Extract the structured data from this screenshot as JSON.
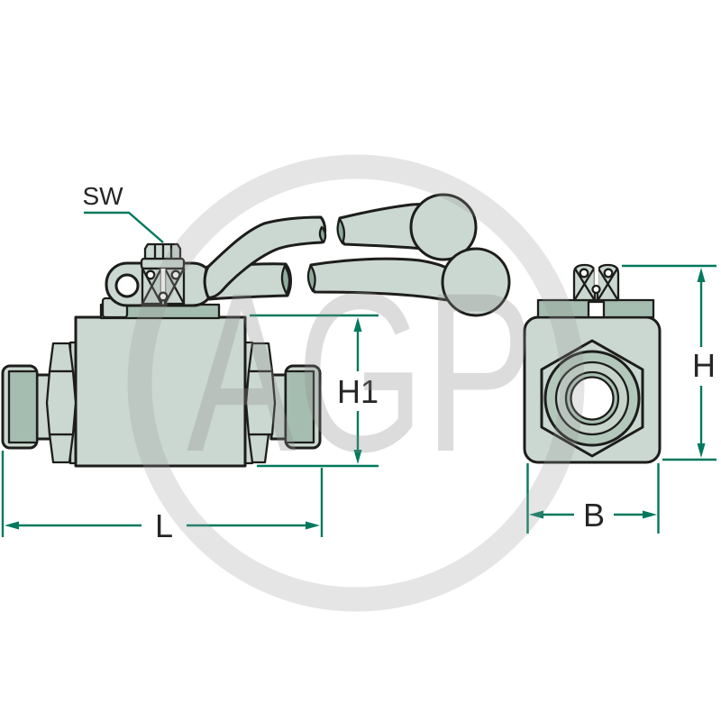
{
  "page": {
    "type": "technical-dimension-drawing",
    "subject": "2-way high pressure ball valve with lever handle, side view and front view",
    "background": "#ffffff"
  },
  "dimension_labels": {
    "sw": "SW",
    "h1": "H1",
    "l": "L",
    "b": "B",
    "h": "H"
  },
  "watermark": {
    "text": "AGP"
  },
  "colors": {
    "outline": "#1d1d1b",
    "part_fill_light": "#cbd8d1",
    "part_fill_medium": "#a5bdb0",
    "part_fill_dark": "#8eac9d",
    "dimension_green": "#00795d",
    "label_text": "#262626",
    "watermark_gray": "#d9d9d9"
  }
}
